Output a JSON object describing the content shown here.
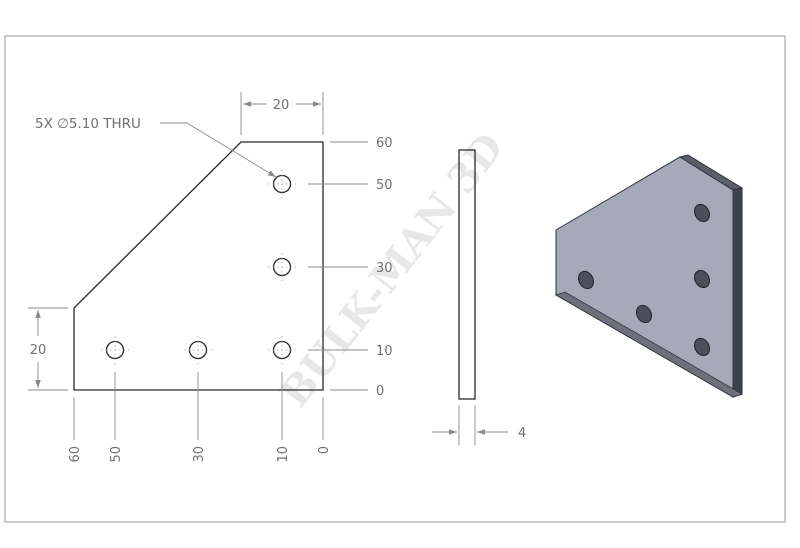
{
  "drawing": {
    "callout": "5X ∅5.10 THRU",
    "watermark": "BULK-MAN 3D",
    "top_dimension": "20",
    "left_dimension": "20",
    "thickness_dimension": "4",
    "vertical_scale": [
      "60",
      "50",
      "30",
      "10",
      "0"
    ],
    "horizontal_scale": [
      "60",
      "50",
      "30",
      "10",
      "0"
    ]
  },
  "iso_view": {
    "face_color": "#a5aab8",
    "edge_color": "#3e424c",
    "hole_color": "#4b4f59"
  }
}
